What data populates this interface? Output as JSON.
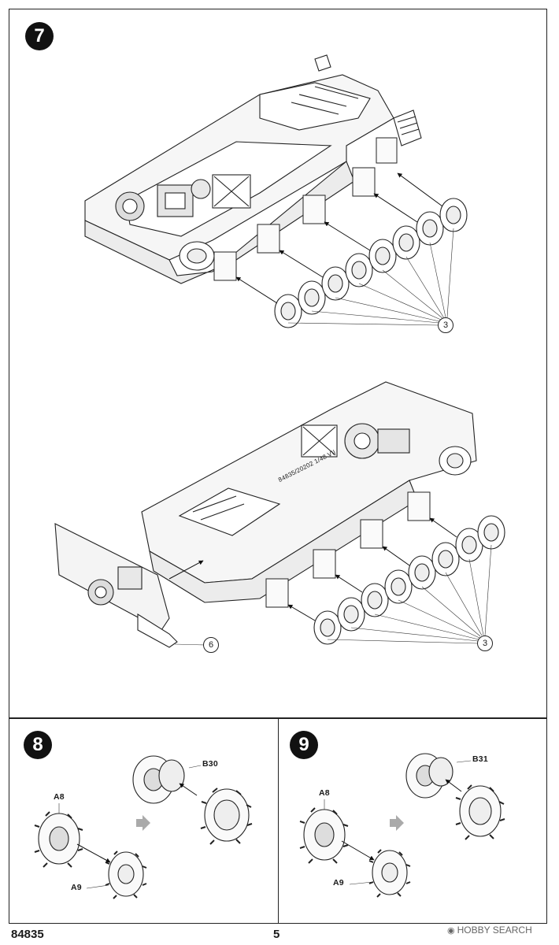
{
  "steps": [
    {
      "number": "7"
    },
    {
      "number": "8"
    },
    {
      "number": "9"
    }
  ],
  "step7": {
    "callout_road_wheels_upper": "3",
    "callout_road_wheels_lower": "3",
    "callout_rear_plate": "6",
    "hull_marking": "84835/20202 1/48 VII"
  },
  "step8": {
    "parts": {
      "hub": "B30",
      "sprocket_outer": "A8",
      "sprocket_inner": "A9"
    }
  },
  "step9": {
    "parts": {
      "hub": "B31",
      "sprocket_outer": "A8",
      "sprocket_inner": "A9"
    }
  },
  "footer": {
    "kit_code": "84835",
    "page_number": "5",
    "watermark": "HOBBY SEARCH"
  },
  "icons": [
    "assembly-arrow-icon",
    "hobby-search-logo-icon"
  ]
}
